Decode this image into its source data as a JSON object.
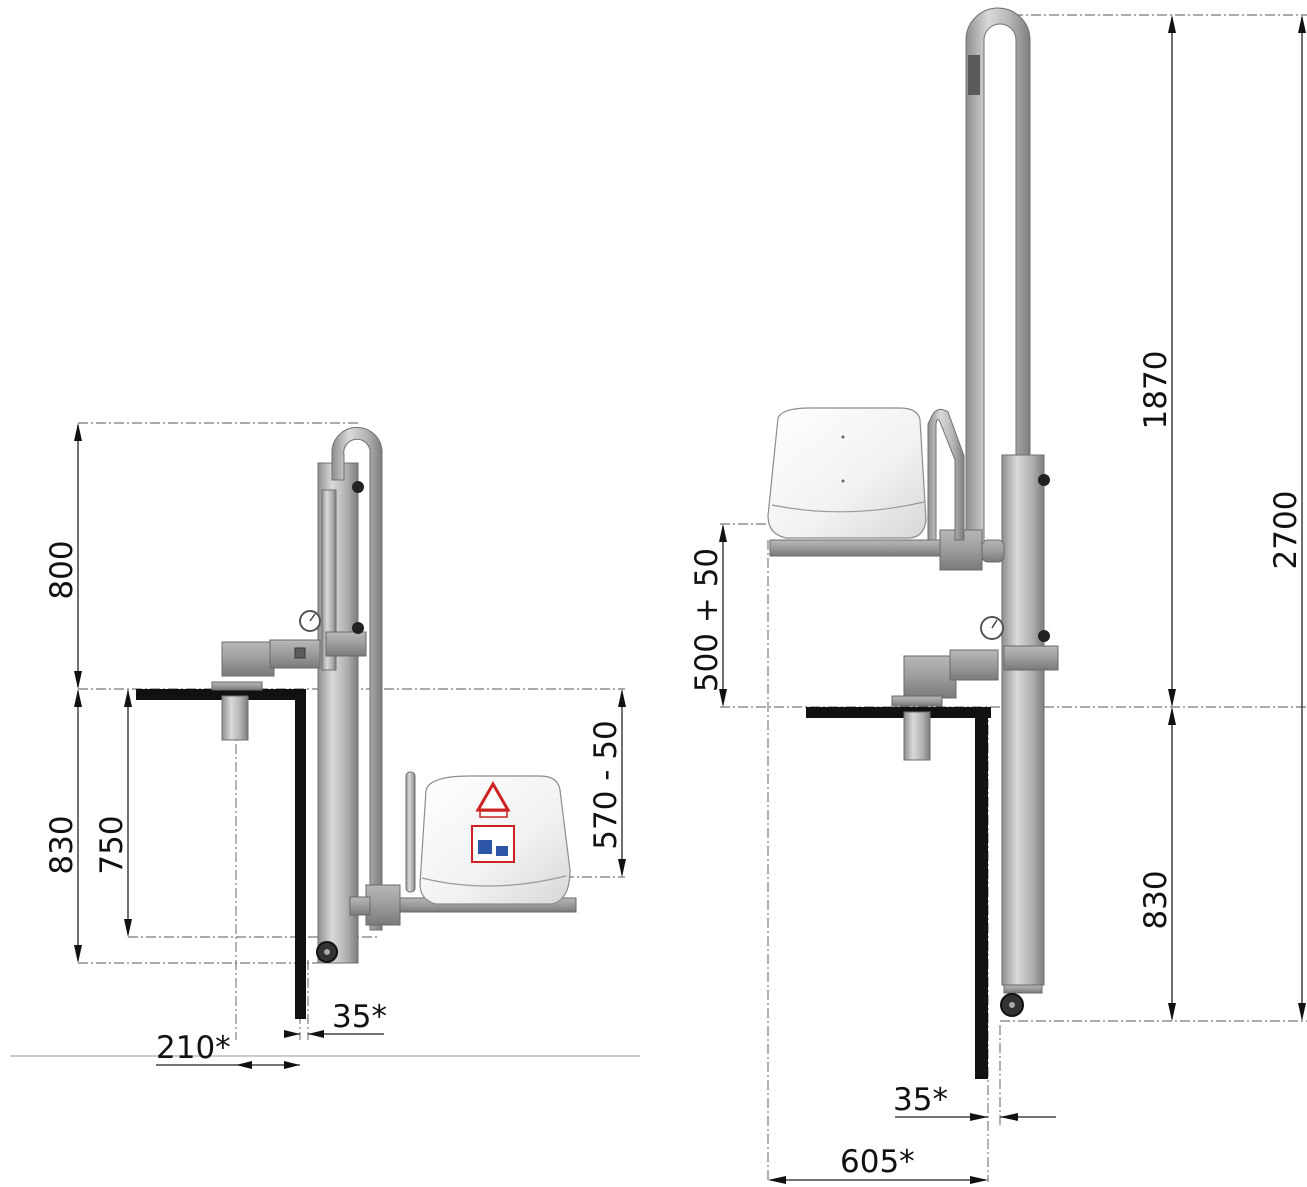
{
  "colors": {
    "background": "#ffffff",
    "wall": "#111111",
    "steel": "#a9a9a9",
    "label_red": "#cc2222"
  },
  "left_view": {
    "dimensions": {
      "height_top": "800",
      "height_total_low": "830",
      "seat_low": "750",
      "seat_drop": "570 - 50",
      "offset_35": "35*",
      "offset_210": "210*"
    }
  },
  "right_view": {
    "dimensions": {
      "mast_height": "1870",
      "total_height": "2700",
      "seat_rise": "500 + 50",
      "deck_height": "830",
      "offset_35": "35*",
      "offset_605": "605*"
    }
  }
}
